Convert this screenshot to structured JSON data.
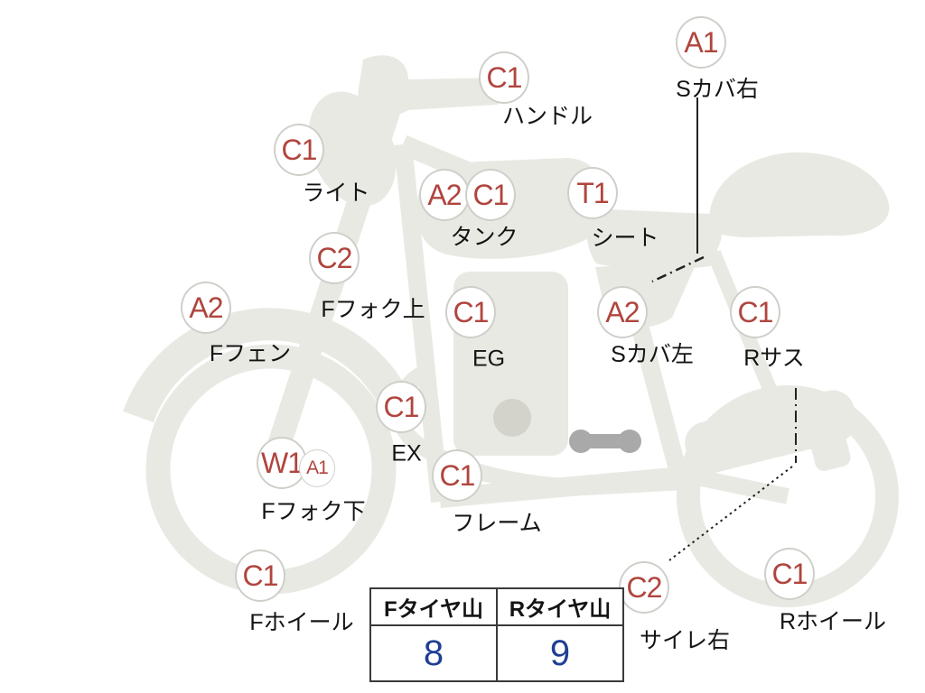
{
  "colors": {
    "code_color": "#b0453e",
    "value_color": "#1f3f94",
    "bike_color": "#e9e9e4"
  },
  "markers": [
    {
      "codes": [
        "C1"
      ],
      "label": "ハンドル"
    },
    {
      "codes": [
        "A1"
      ],
      "label": "Sカバ右"
    },
    {
      "codes": [
        "C1"
      ],
      "label": "ライト"
    },
    {
      "codes": [
        "A2",
        "C1"
      ],
      "label": "タンク"
    },
    {
      "codes": [
        "T1"
      ],
      "label": "シート"
    },
    {
      "codes": [
        "C2"
      ],
      "label": "Fフォク上"
    },
    {
      "codes": [
        "A2"
      ],
      "label": "Fフェン"
    },
    {
      "codes": [
        "C1"
      ],
      "label": "EG"
    },
    {
      "codes": [
        "A2"
      ],
      "label": "Sカバ左"
    },
    {
      "codes": [
        "C1"
      ],
      "label": "Rサス"
    },
    {
      "codes": [
        "C1"
      ],
      "label": "EX"
    },
    {
      "codes": [
        "W1",
        "A1"
      ],
      "label": "Fフォク下"
    },
    {
      "codes": [
        "C1"
      ],
      "label": "フレーム"
    },
    {
      "codes": [
        "C1"
      ],
      "label": "Fホイール"
    },
    {
      "codes": [
        "C2"
      ],
      "label": "サイレ右"
    },
    {
      "codes": [
        "C1"
      ],
      "label": "Rホイール"
    }
  ],
  "tire_table": {
    "columns": [
      "Fタイヤ山",
      "Rタイヤ山"
    ],
    "values": [
      "8",
      "9"
    ]
  }
}
